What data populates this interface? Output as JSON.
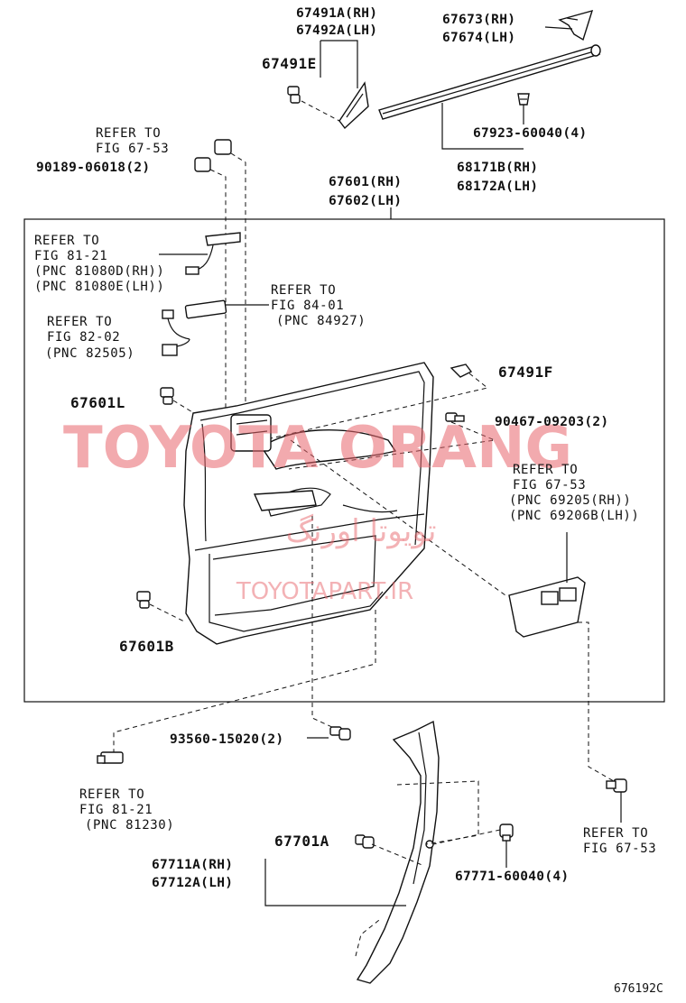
{
  "diagram": {
    "labels": {
      "p67491A": "67491A(RH)",
      "p67492A": "67492A(LH)",
      "p67491E": "67491E",
      "p67673": "67673(RH)",
      "p67674": "67674(LH)",
      "p67923": "67923-60040(4)",
      "p68171B": "68171B(RH)",
      "p68172A": "68172A(LH)",
      "p67601": "67601(RH)",
      "p67602": "67602(LH)",
      "p90189": "90189-06018(2)",
      "p67601L": "67601L",
      "p67491F": "67491F",
      "p90467": "90467-09203(2)",
      "p67601B": "67601B",
      "p93560": "93560-15020(2)",
      "p67701A": "67701A",
      "p67711A": "67711A(RH)",
      "p67712A": "67712A(LH)",
      "p67771": "67771-60040(4)"
    },
    "refs": {
      "r6753_top_1": "REFER TO",
      "r6753_top_2": "FIG 67-53",
      "r8121_1": "REFER TO",
      "r8121_2": "FIG 81-21",
      "r8121_3": "(PNC 81080D(RH))",
      "r8121_4": "(PNC 81080E(LH))",
      "r8401_1": "REFER TO",
      "r8401_2": "FIG 84-01",
      "r8401_3": "(PNC 84927)",
      "r8202_1": "REFER TO",
      "r8202_2": "FIG 82-02",
      "r8202_3": "(PNC 82505)",
      "r6753_mid_1": "REFER TO",
      "r6753_mid_2": "FIG 67-53",
      "r6753_mid_3": "(PNC 69205(RH))",
      "r6753_mid_4": "(PNC 69206B(LH))",
      "r8121b_1": "REFER TO",
      "r8121b_2": "FIG 81-21",
      "r8121b_3": "(PNC 81230)",
      "r6753_bot_1": "REFER TO",
      "r6753_bot_2": "FIG 67-53"
    },
    "watermark": {
      "main": "TOYOTA ORANG",
      "persian": "تویوتا اورنگ",
      "site": "TOYOTAPART.IR"
    },
    "figure_code": "676192C",
    "colors": {
      "ink": "#111111",
      "watermark": "#e8656b"
    }
  }
}
